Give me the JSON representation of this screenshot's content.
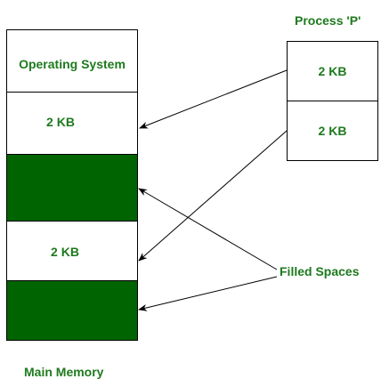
{
  "colors": {
    "label_green": "#1e7a1e",
    "filled_green": "#006400",
    "border": "#000000",
    "background": "#ffffff"
  },
  "main_memory": {
    "caption": "Main Memory",
    "blocks": [
      {
        "label": "Operating System",
        "filled": false
      },
      {
        "label": "2 KB",
        "filled": false
      },
      {
        "label": "",
        "filled": true
      },
      {
        "label": "2 KB",
        "filled": false
      },
      {
        "label": "",
        "filled": true
      }
    ]
  },
  "process": {
    "title": "Process 'P'",
    "pages": [
      {
        "label": "2 KB"
      },
      {
        "label": "2 KB"
      }
    ]
  },
  "annotation": {
    "filled_spaces": "Filled Spaces"
  }
}
